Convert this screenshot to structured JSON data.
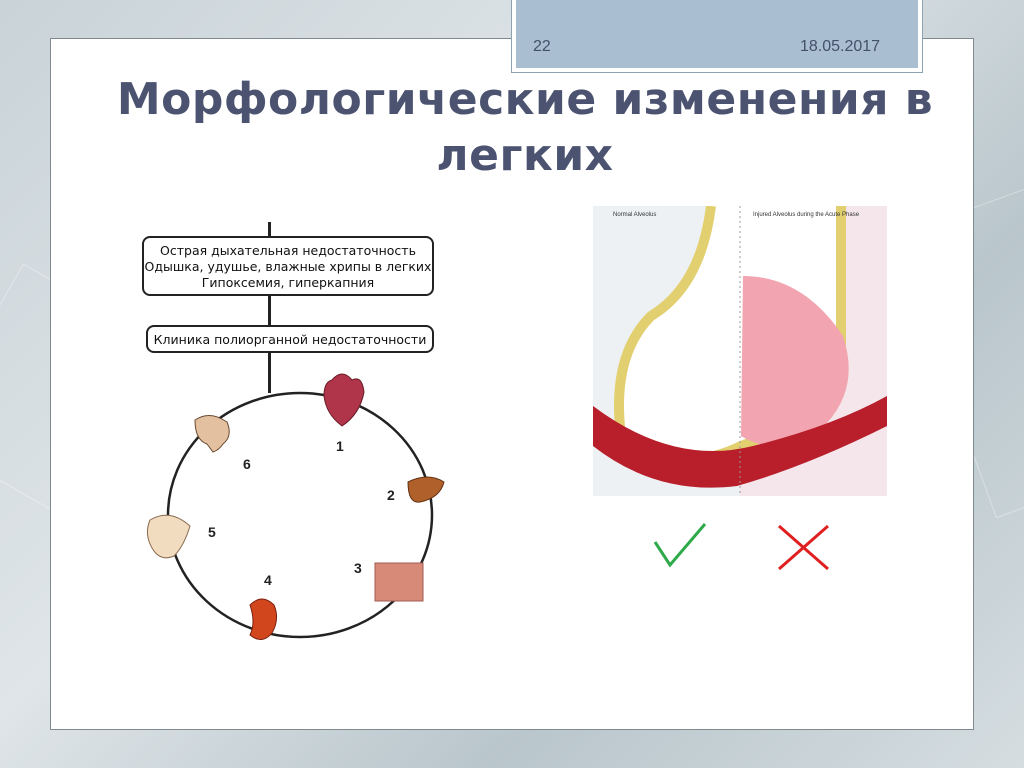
{
  "header": {
    "slide_number": "22",
    "date": "18.05.2017"
  },
  "title": "Морфологические изменения в легких",
  "diagram": {
    "box1": [
      "Острая дыхательная недостаточность",
      "Одышка, удушье, влажные хрипы в легких",
      "Гипоксемия, гиперкапния"
    ],
    "box2": "Клиника полиорганной недостаточности",
    "organs": [
      {
        "num": "1",
        "icon": "heart-icon"
      },
      {
        "num": "2",
        "icon": "liver-icon"
      },
      {
        "num": "3",
        "icon": "tissue-icon"
      },
      {
        "num": "4",
        "icon": "kidney-icon"
      },
      {
        "num": "5",
        "icon": "intestine-icon"
      },
      {
        "num": "6",
        "icon": "brain-icon"
      }
    ]
  },
  "alveolus_image": {
    "left_caption": "Normal Alveolus",
    "right_caption": "Injured Alveolus during the Acute Phase"
  },
  "marks": {
    "check_color": "#2eaa4a",
    "cross_color": "#e02020"
  }
}
